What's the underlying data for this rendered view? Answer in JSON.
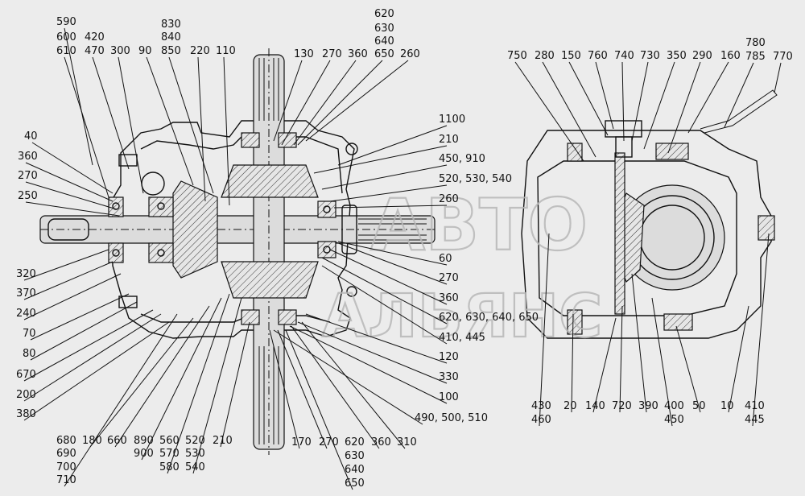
{
  "watermark": {
    "line1": "АВТО",
    "line2": "АЛЬЯНС"
  },
  "left_view_labels": [
    {
      "text": "590"
    },
    {
      "text": "600"
    },
    {
      "text": "610"
    },
    {
      "text": "420"
    },
    {
      "text": "470"
    },
    {
      "text": "300"
    },
    {
      "text": "90"
    },
    {
      "text": "830"
    },
    {
      "text": "840"
    },
    {
      "text": "850"
    },
    {
      "text": "220"
    },
    {
      "text": "110"
    },
    {
      "text": "130"
    },
    {
      "text": "270"
    },
    {
      "text": "360"
    },
    {
      "text": "620"
    },
    {
      "text": "630"
    },
    {
      "text": "640"
    },
    {
      "text": "650"
    },
    {
      "text": "260"
    },
    {
      "text": "1100"
    },
    {
      "text": "210"
    },
    {
      "text": "450, 910"
    },
    {
      "text": "520, 530, 540"
    },
    {
      "text": "260"
    },
    {
      "text": "40"
    },
    {
      "text": "360"
    },
    {
      "text": "270"
    },
    {
      "text": "250"
    },
    {
      "text": "60"
    },
    {
      "text": "270"
    },
    {
      "text": "360"
    },
    {
      "text": "620, 630, 640, 650"
    },
    {
      "text": "410, 445"
    },
    {
      "text": "320"
    },
    {
      "text": "370"
    },
    {
      "text": "240"
    },
    {
      "text": "70"
    },
    {
      "text": "80"
    },
    {
      "text": "670"
    },
    {
      "text": "200"
    },
    {
      "text": "380"
    },
    {
      "text": "120"
    },
    {
      "text": "330"
    },
    {
      "text": "100"
    },
    {
      "text": "490, 500, 510"
    },
    {
      "text": "680"
    },
    {
      "text": "690"
    },
    {
      "text": "700"
    },
    {
      "text": "710"
    },
    {
      "text": "180"
    },
    {
      "text": "660"
    },
    {
      "text": "890"
    },
    {
      "text": "900"
    },
    {
      "text": "560"
    },
    {
      "text": "570"
    },
    {
      "text": "580"
    },
    {
      "text": "520"
    },
    {
      "text": "530"
    },
    {
      "text": "540"
    },
    {
      "text": "210"
    },
    {
      "text": "170"
    },
    {
      "text": "270"
    },
    {
      "text": "620"
    },
    {
      "text": "630"
    },
    {
      "text": "640"
    },
    {
      "text": "650"
    },
    {
      "text": "360"
    },
    {
      "text": "310"
    }
  ],
  "right_view_labels": [
    {
      "text": "750"
    },
    {
      "text": "280"
    },
    {
      "text": "150"
    },
    {
      "text": "760"
    },
    {
      "text": "740"
    },
    {
      "text": "730"
    },
    {
      "text": "350"
    },
    {
      "text": "290"
    },
    {
      "text": "160"
    },
    {
      "text": "780"
    },
    {
      "text": "785"
    },
    {
      "text": "770"
    },
    {
      "text": "430"
    },
    {
      "text": "460"
    },
    {
      "text": "20"
    },
    {
      "text": "140"
    },
    {
      "text": "720"
    },
    {
      "text": "390"
    },
    {
      "text": "400"
    },
    {
      "text": "450"
    },
    {
      "text": "50"
    },
    {
      "text": "10"
    },
    {
      "text": "410"
    },
    {
      "text": "445"
    }
  ]
}
